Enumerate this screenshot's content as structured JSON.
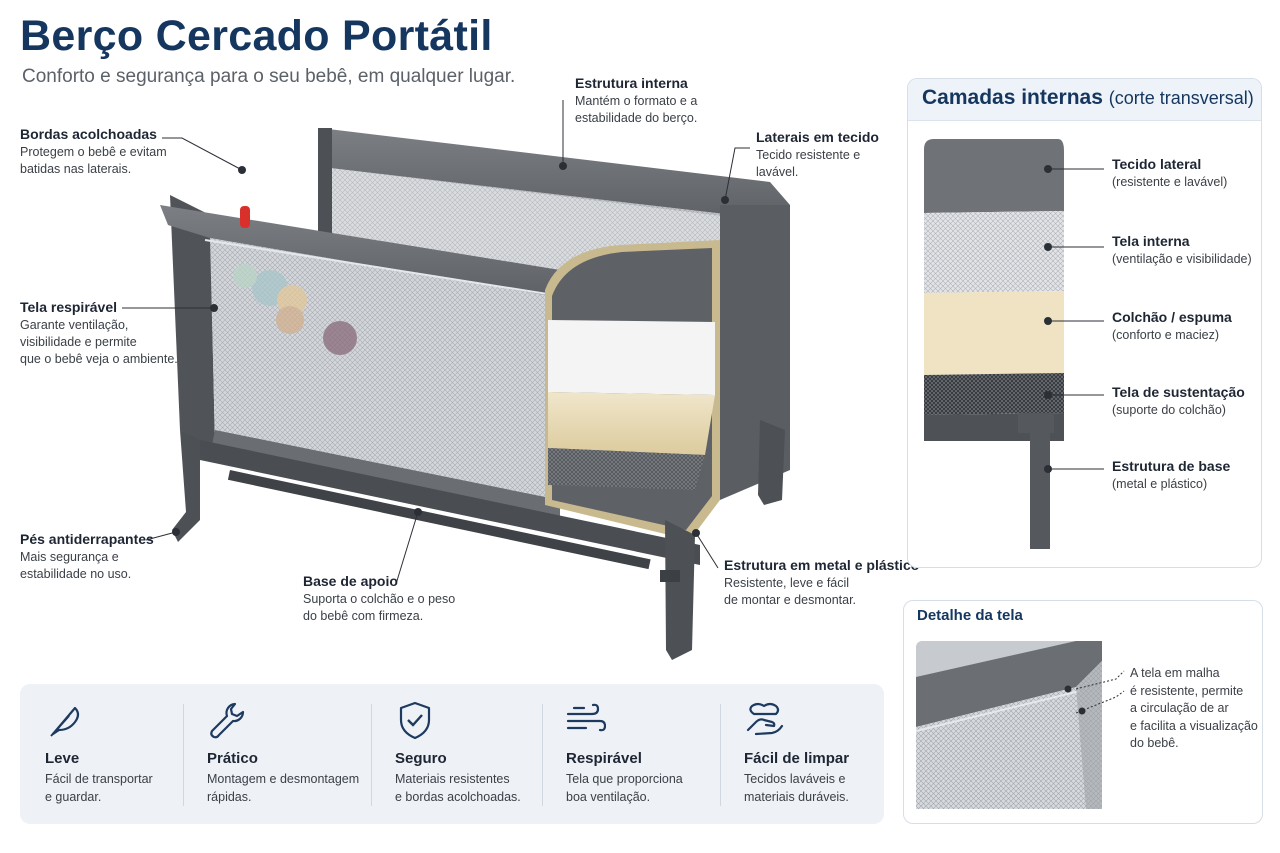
{
  "header": {
    "title": "Berço Cercado Portátil",
    "subtitle": "Conforto e segurança para o seu bebê, em qualquer lugar."
  },
  "callouts": {
    "bordas": {
      "title": "Bordas acolchoadas",
      "desc": "Protegem o bebê e evitam\nbatidas nas laterais."
    },
    "estrutura_interna": {
      "title": "Estrutura interna",
      "desc": "Mantém o formato e a\nestabilidade do berço."
    },
    "laterais": {
      "title": "Laterais em tecido",
      "desc": "Tecido resistente e\nlavável."
    },
    "tela_respiravel": {
      "title": "Tela respirável",
      "desc": "Garante ventilação,\nvisibilidade e permite\nque o bebê veja o ambiente."
    },
    "pes": {
      "title": "Pés antiderrapantes",
      "desc": "Mais segurança e\nestabilidade no uso."
    },
    "base": {
      "title": "Base de apoio",
      "desc": "Suporta o colchão e o peso\ndo bebê com firmeza."
    },
    "estrutura_metal": {
      "title": "Estrutura em metal e plástico",
      "desc": "Resistente, leve e fácil\nde montar e desmontar."
    }
  },
  "layers_panel": {
    "title": "Camadas internas",
    "title_note": "(corte transversal)",
    "layers": [
      {
        "title": "Tecido lateral",
        "desc": "(resistente e lavável)"
      },
      {
        "title": "Tela interna",
        "desc": "(ventilação e visibilidade)"
      },
      {
        "title": "Colchão / espuma",
        "desc": "(conforto e maciez)"
      },
      {
        "title": "Tela de sustentação",
        "desc": "(suporte do colchão)"
      },
      {
        "title": "Estrutura de base",
        "desc": "(metal e plástico)"
      }
    ]
  },
  "mesh_panel": {
    "title": "Detalhe da tela",
    "text": "A tela em malha\né resistente, permite\na circulação de ar\ne facilita a visualização\ndo bebê."
  },
  "features": [
    {
      "icon": "feather-icon",
      "title": "Leve",
      "desc": "Fácil de transportar\ne guardar."
    },
    {
      "icon": "wrench-icon",
      "title": "Prático",
      "desc": "Montagem e desmontagem\nrápidas."
    },
    {
      "icon": "shield-check-icon",
      "title": "Seguro",
      "desc": "Materiais resistentes\ne bordas acolchoadas."
    },
    {
      "icon": "wind-icon",
      "title": "Respirável",
      "desc": "Tela que proporciona\nboa ventilação."
    },
    {
      "icon": "hand-cleaning-icon",
      "title": "Fácil de limpar",
      "desc": "Tecidos laváveis e\nmateriais duráveis."
    }
  ],
  "colors": {
    "title": "#15365e",
    "fabric": "#6b6e73",
    "fabric_dark": "#4f5257",
    "mesh": "#c9ccd0",
    "foam": "#e9dcbc",
    "frame": "#55585d",
    "panel_bg": "#eef2f7",
    "accent_red": "#d9302c"
  }
}
